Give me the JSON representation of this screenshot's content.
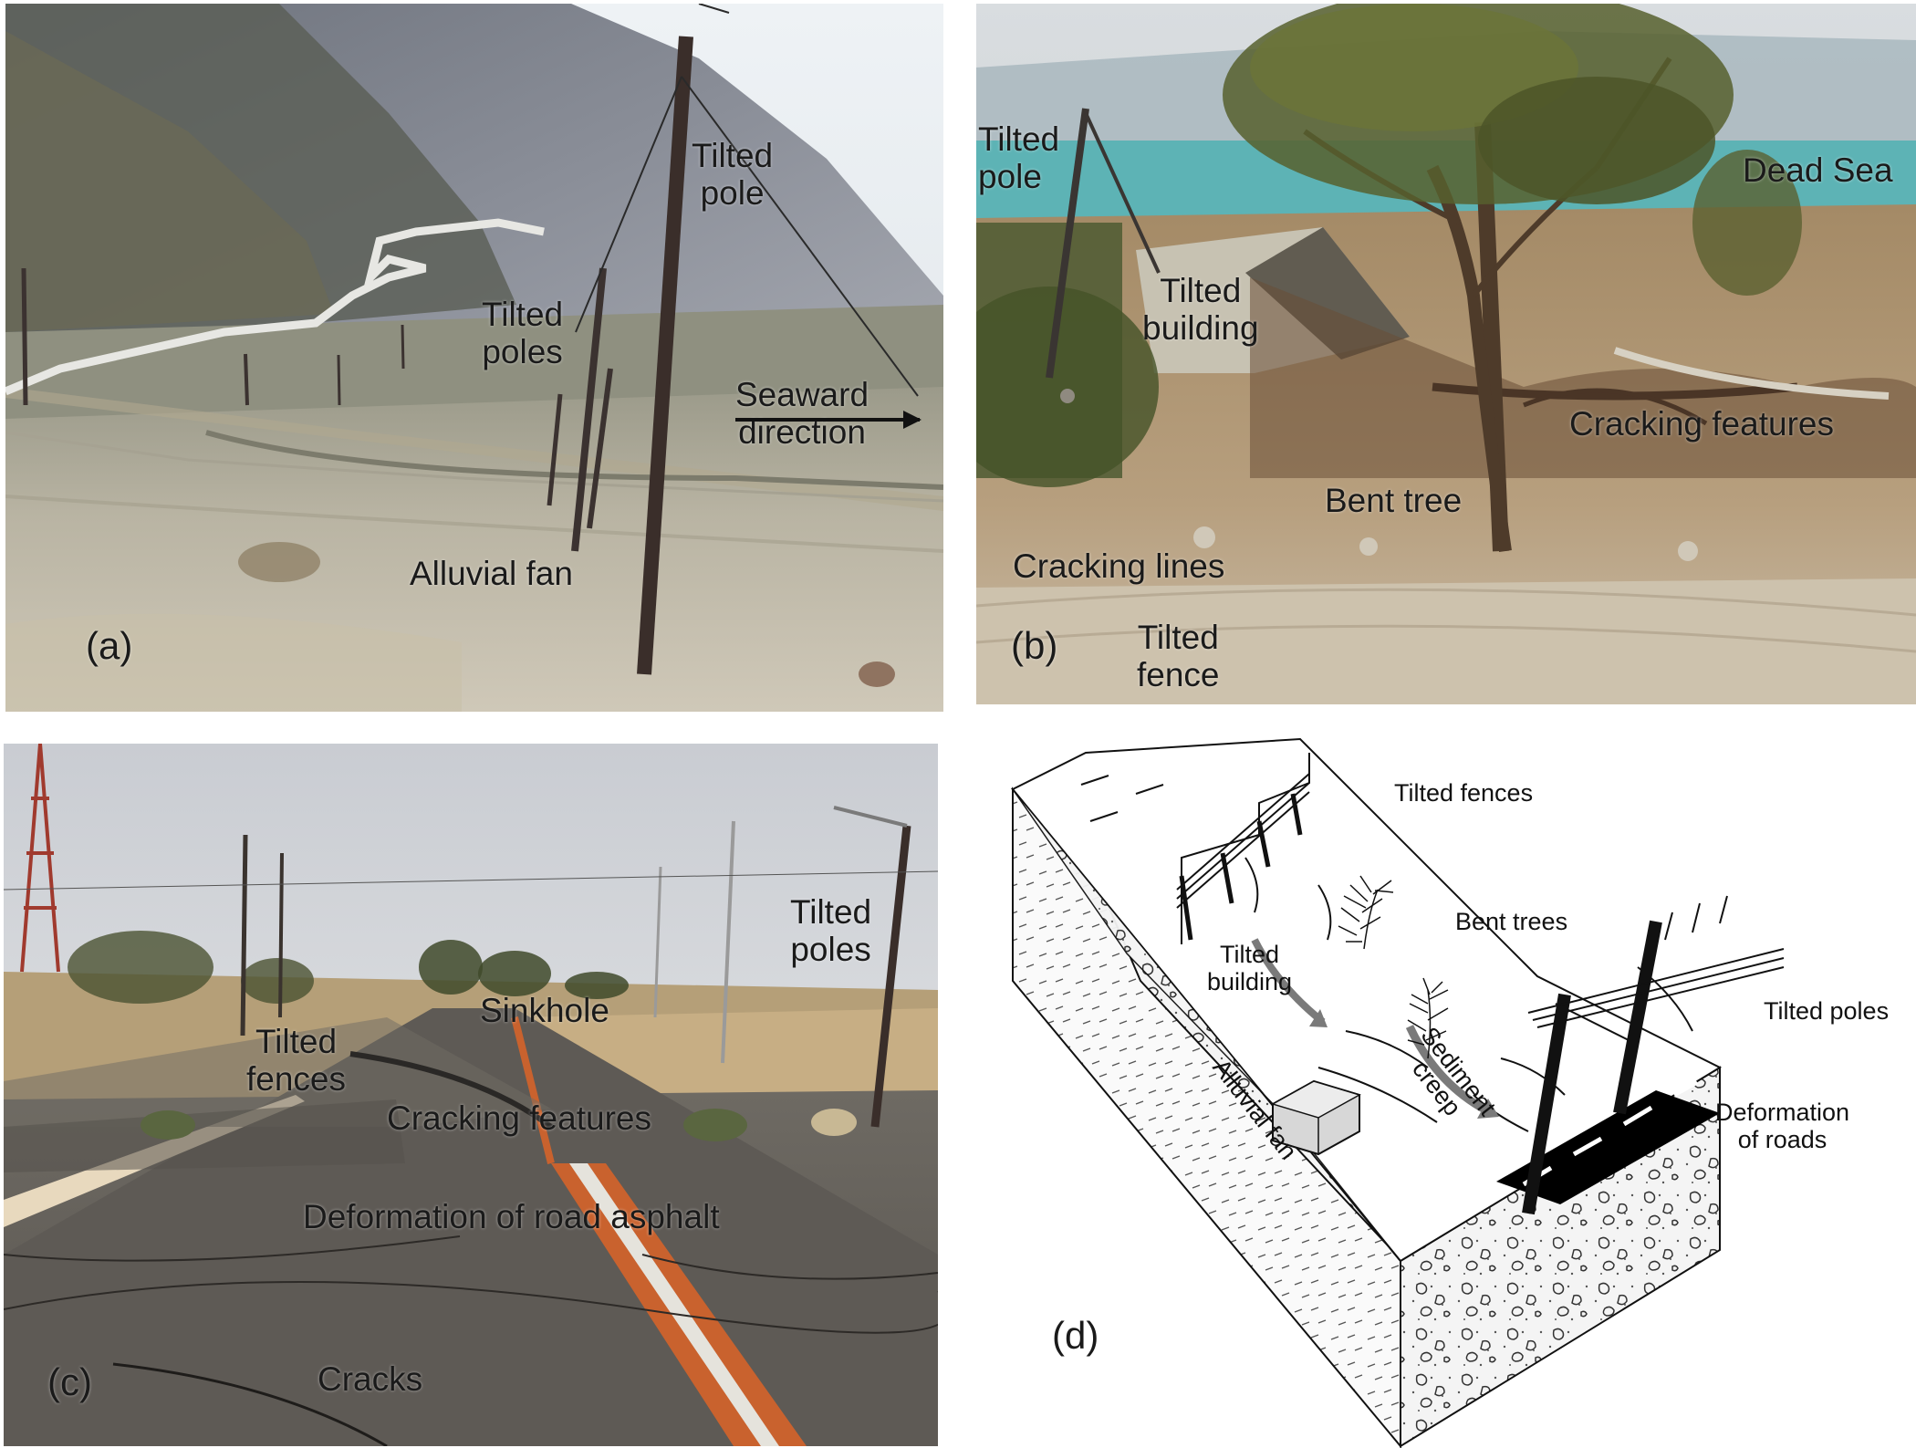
{
  "panels": {
    "a": {
      "panel_label": "(a)",
      "tilted_pole": "Tilted\npole",
      "tilted_poles": "Tilted\npoles",
      "seaward_direction": "Seaward\ndirection",
      "alluvial_fan": "Alluvial fan"
    },
    "b": {
      "panel_label": "(b)",
      "tilted_pole": "Tilted\npole",
      "dead_sea": "Dead Sea",
      "tilted_building": "Tilted\nbuilding",
      "cracking_features": "Cracking features",
      "bent_tree": "Bent tree",
      "cracking_lines": "Cracking lines",
      "tilted_fence": "Tilted\nfence"
    },
    "c": {
      "panel_label": "(c)",
      "tilted_poles": "Tilted\npoles",
      "sinkhole": "Sinkhole",
      "tilted_fences": "Tilted\nfences",
      "cracking_features": "Cracking features",
      "deformation_road": "Deformation of  road asphalt",
      "cracks": "Cracks"
    },
    "d": {
      "panel_label": "(d)",
      "tilted_fences": "Tilted fences",
      "bent_trees": "Bent trees",
      "tilted_building": "Tilted\nbuilding",
      "sediment_creep": "Sediment\ncreep",
      "alluvial_fan": "Alluvial fan",
      "tilted_poles": "Tilted poles",
      "deformation_roads": "Deformation\nof roads"
    }
  }
}
